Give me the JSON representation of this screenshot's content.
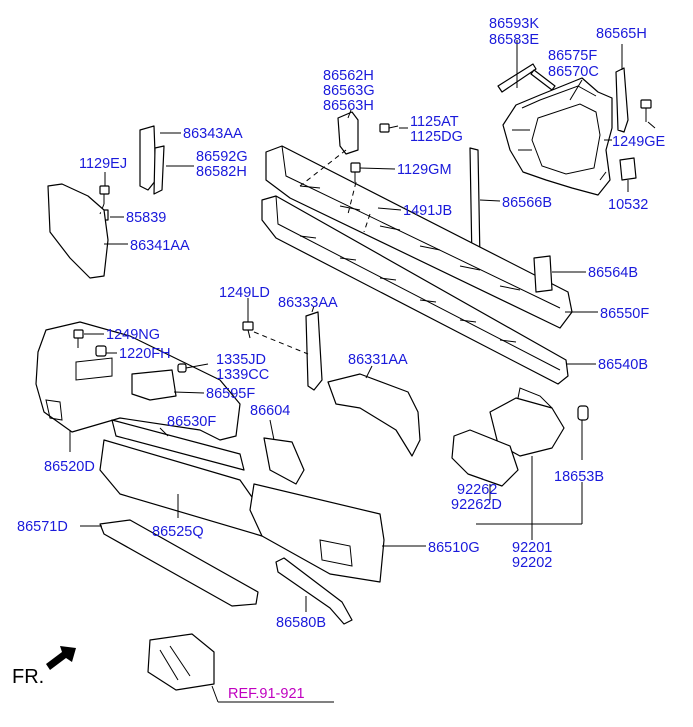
{
  "diagram": {
    "orientation_label": "FR.",
    "reference_label": "REF.91-921",
    "colors": {
      "part_number": "#1a1adb",
      "reference": "#c000c0",
      "line": "#000000"
    },
    "labels": [
      {
        "id": "86593K",
        "text": "86593K"
      },
      {
        "id": "86583E",
        "text": "86583E"
      },
      {
        "id": "86565H",
        "text": "86565H"
      },
      {
        "id": "86575F",
        "text": "86575F"
      },
      {
        "id": "86570C",
        "text": "86570C"
      },
      {
        "id": "86562H",
        "text": "86562H"
      },
      {
        "id": "86563G",
        "text": "86563G"
      },
      {
        "id": "86563H",
        "text": "86563H"
      },
      {
        "id": "1125AT",
        "text": "1125AT"
      },
      {
        "id": "1125DG",
        "text": "1125DG"
      },
      {
        "id": "1249GE",
        "text": "1249GE"
      },
      {
        "id": "86343AA",
        "text": "86343AA"
      },
      {
        "id": "1129EJ",
        "text": "1129EJ"
      },
      {
        "id": "86592G",
        "text": "86592G"
      },
      {
        "id": "86582H",
        "text": "86582H"
      },
      {
        "id": "1129GM",
        "text": "1129GM"
      },
      {
        "id": "10532",
        "text": "10532"
      },
      {
        "id": "85839",
        "text": "85839"
      },
      {
        "id": "1491JB",
        "text": "1491JB"
      },
      {
        "id": "86566B",
        "text": "86566B"
      },
      {
        "id": "86341AA",
        "text": "86341AA"
      },
      {
        "id": "86564B",
        "text": "86564B"
      },
      {
        "id": "1249LD",
        "text": "1249LD"
      },
      {
        "id": "86333AA",
        "text": "86333AA"
      },
      {
        "id": "86550F",
        "text": "86550F"
      },
      {
        "id": "1249NG",
        "text": "1249NG"
      },
      {
        "id": "1220FH",
        "text": "1220FH"
      },
      {
        "id": "1335JD",
        "text": "1335JD"
      },
      {
        "id": "1339CC",
        "text": "1339CC"
      },
      {
        "id": "86331AA",
        "text": "86331AA"
      },
      {
        "id": "86540B",
        "text": "86540B"
      },
      {
        "id": "86595F",
        "text": "86595F"
      },
      {
        "id": "86604",
        "text": "86604"
      },
      {
        "id": "86530F",
        "text": "86530F"
      },
      {
        "id": "86520D",
        "text": "86520D"
      },
      {
        "id": "18653B",
        "text": "18653B"
      },
      {
        "id": "92262",
        "text": "92262"
      },
      {
        "id": "92262D",
        "text": "92262D"
      },
      {
        "id": "86571D",
        "text": "86571D"
      },
      {
        "id": "86525Q",
        "text": "86525Q"
      },
      {
        "id": "86510G",
        "text": "86510G"
      },
      {
        "id": "92201",
        "text": "92201"
      },
      {
        "id": "92202",
        "text": "92202"
      },
      {
        "id": "86580B",
        "text": "86580B"
      }
    ]
  }
}
